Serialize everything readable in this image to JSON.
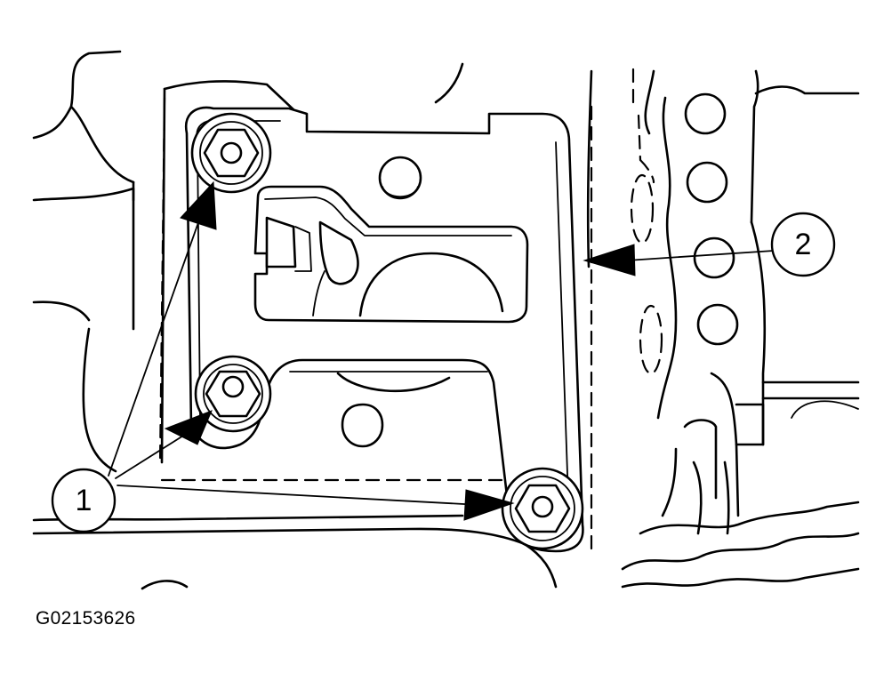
{
  "figure_id": "G02153626",
  "callouts": [
    {
      "label": "1"
    },
    {
      "label": "2"
    }
  ],
  "icons": [
    "nut-icon",
    "bracket-icon",
    "arrow-icon"
  ],
  "colors": {
    "line": "#000000",
    "background": "#ffffff"
  }
}
